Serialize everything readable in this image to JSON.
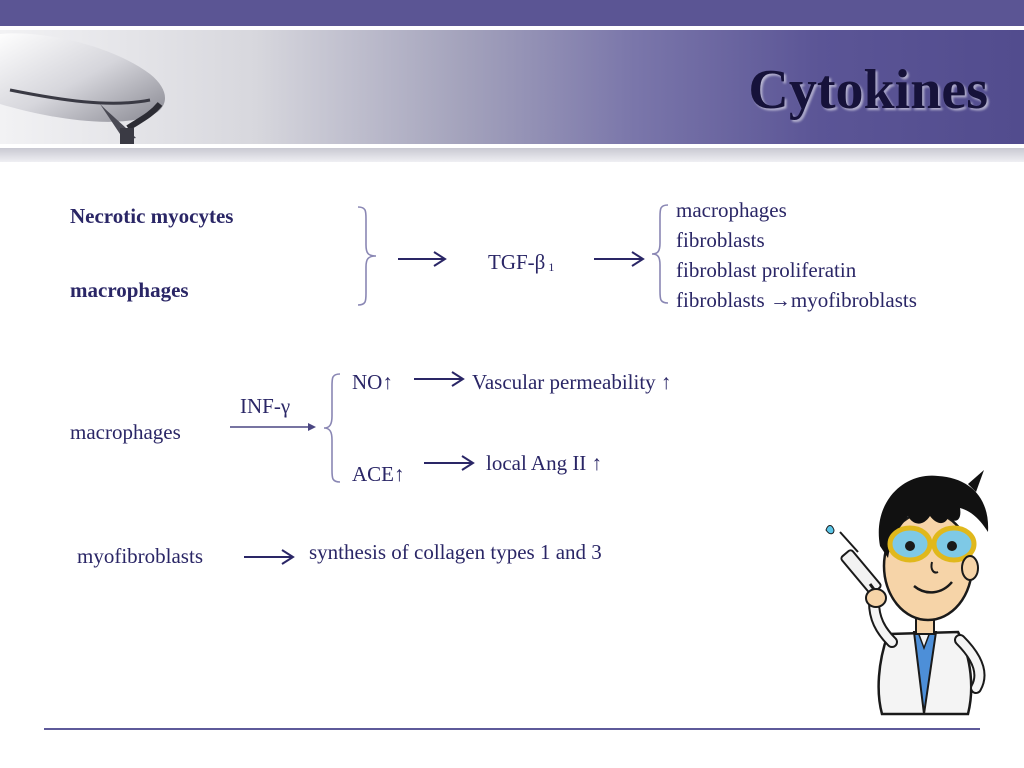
{
  "slide": {
    "title": "Cytokines"
  },
  "row1": {
    "left": [
      "Necrotic myocytes",
      "macrophages"
    ],
    "mediator": "TGF-β",
    "mediator_sub": "1",
    "targets": [
      "macrophages",
      "fibroblasts",
      "fibroblast proliferatin",
      "fibroblasts →myofibroblasts"
    ]
  },
  "row2": {
    "source": "macrophages",
    "cytokine": "INF-γ",
    "branch1": "NO↑",
    "branch1_effect": "Vascular permeability ↑",
    "branch2": "ACE↑",
    "branch2_effect": "local Ang II ↑"
  },
  "row3": {
    "source": "myofibroblasts",
    "effect": "synthesis of collagen types 1 and 3"
  },
  "colors": {
    "text": "#2a2666",
    "accent": "#5b5594",
    "title": "#16123a"
  },
  "icons": [
    "iv-drip-bag-graphic",
    "scientist-with-syringe-graphic",
    "arrow-right-icon",
    "brace-icon"
  ]
}
